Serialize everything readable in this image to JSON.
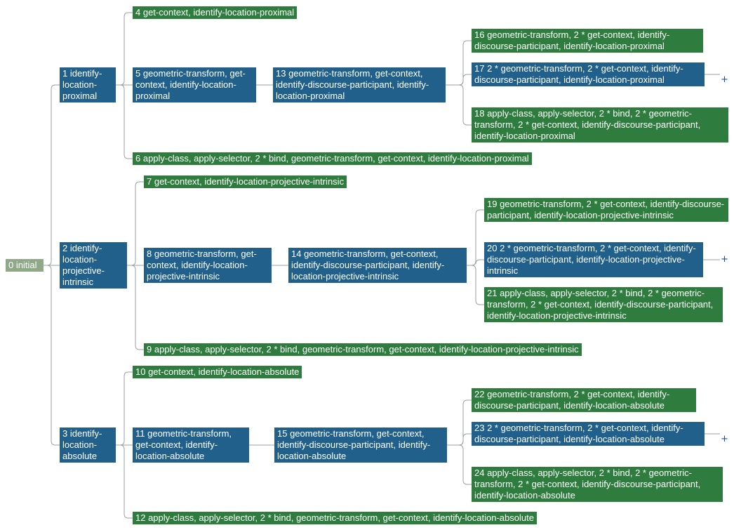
{
  "nodes": {
    "n0": "0 initial",
    "n1": "1 identify-location-proximal",
    "n2": "2 identify-location-projective-intrinsic",
    "n3": "3 identify-location-absolute",
    "n4": "4 get-context, identify-location-proximal",
    "n5": "5 geometric-transform, get-context, identify-location-proximal",
    "n6": "6 apply-class, apply-selector, 2 * bind, geometric-transform, get-context, identify-location-proximal",
    "n7": "7 get-context, identify-location-projective-intrinsic",
    "n8": "8 geometric-transform, get-context, identify-location-projective-intrinsic",
    "n9": "9 apply-class, apply-selector, 2 * bind, geometric-transform, get-context, identify-location-projective-intrinsic",
    "n10": "10 get-context, identify-location-absolute",
    "n11": "11 geometric-transform, get-context, identify-location-absolute",
    "n12": "12 apply-class, apply-selector, 2 * bind, geometric-transform, get-context, identify-location-absolute",
    "n13": "13 geometric-transform, get-context, identify-discourse-participant, identify-location-proximal",
    "n14": "14 geometric-transform, get-context, identify-discourse-participant, identify-location-projective-intrinsic",
    "n15": "15 geometric-transform, get-context, identify-discourse-participant, identify-location-absolute",
    "n16": "16 geometric-transform, 2 * get-context, identify-discourse-participant, identify-location-proximal",
    "n17": "17 2 * geometric-transform, 2 * get-context, identify-discourse-participant, identify-location-proximal",
    "n18": "18 apply-class, apply-selector, 2 * bind, 2 * geometric-transform, 2 * get-context, identify-discourse-participant, identify-location-proximal",
    "n19": "19 geometric-transform, 2 * get-context, identify-discourse-participant, identify-location-projective-intrinsic",
    "n20": "20 2 * geometric-transform, 2 * get-context, identify-discourse-participant, identify-location-projective-intrinsic",
    "n21": "21 apply-class, apply-selector, 2 * bind, 2 * geometric-transform, 2 * get-context, identify-discourse-participant, identify-location-projective-intrinsic",
    "n22": "22 geometric-transform, 2 * get-context, identify-discourse-participant, identify-location-absolute",
    "n23": "23 2 * geometric-transform, 2 * get-context, identify-discourse-participant, identify-location-absolute",
    "n24": "24 apply-class, apply-selector, 2 * bind, 2 * geometric-transform, 2 * get-context, identify-discourse-participant, identify-location-absolute"
  },
  "expand_symbol": "+",
  "colors": {
    "root": "#8fa988",
    "internal": "#20608a",
    "leaf": "#2e7d3e",
    "edge": "#9aa0a6",
    "expand": "#1f4f8a"
  }
}
